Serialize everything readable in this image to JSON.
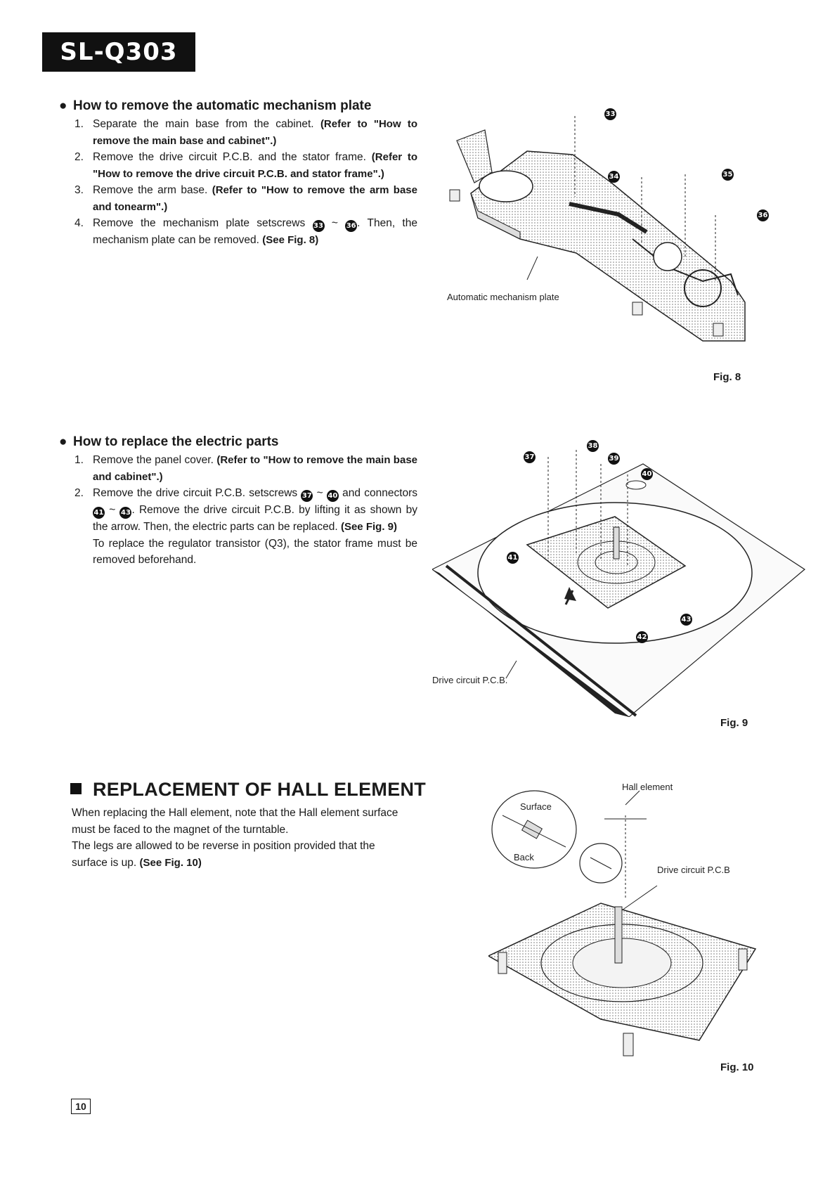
{
  "model": "SL-Q303",
  "section1": {
    "title": "How to remove the automatic mechanism plate",
    "steps": [
      {
        "num": "1.",
        "text": "Separate the main base from the cabinet. ",
        "ref": "(Refer to \"How to remove the main base and cabinet\".)"
      },
      {
        "num": "2.",
        "text": "Remove the drive circuit P.C.B. and the stator frame. ",
        "ref": "(Refer to \"How to remove the drive circuit P.C.B. and stator frame\".)"
      },
      {
        "num": "3.",
        "text": "Remove the arm base. ",
        "ref": "(Refer to \"How to remove the arm base and tonearm\".)"
      },
      {
        "num": "4.",
        "text_a": "Remove the mechanism plate setscrews",
        "c1": "33",
        "tilde": "~",
        "c2": "36",
        "text_b": ". Then, the mechanism plate can be removed. ",
        "ref": "(See Fig. 8)"
      }
    ]
  },
  "fig8": {
    "label": "Fig. 8",
    "callout": "Automatic mechanism plate",
    "screws": [
      "33",
      "34",
      "35",
      "36"
    ]
  },
  "section2": {
    "title": "How to replace the electric parts",
    "steps": [
      {
        "num": "1.",
        "text": "Remove the panel cover. ",
        "ref": "(Refer to \"How to remove the main base and cabinet\".)"
      },
      {
        "num": "2.",
        "text_a": "Remove the drive circuit P.C.B. setscrews",
        "c1": "37",
        "tilde": "~",
        "c2": "40",
        "text_b": " and connectors",
        "c3": "41",
        "tilde2": "~",
        "c4": "43",
        "text_c": ". Remove the drive circuit P.C.B. by lifting it as shown by the arrow. Then, the electric parts can be replaced. ",
        "ref": "(See Fig. 9)",
        "note": "To replace the regulator transistor (Q3), the stator frame must be removed beforehand."
      }
    ]
  },
  "fig9": {
    "label": "Fig. 9",
    "callout": "Drive circuit P.C.B.",
    "screws": [
      "37",
      "38",
      "39",
      "40",
      "41",
      "42",
      "43"
    ]
  },
  "section3": {
    "title": "REPLACEMENT OF HALL ELEMENT",
    "para1": "When replacing the Hall element, note that the Hall element surface must be faced to the magnet of the turntable.",
    "para2": "The legs are allowed to be reverse in position provided that the surface is up. ",
    "ref": "(See Fig. 10)"
  },
  "fig10": {
    "label": "Fig. 10",
    "callout_surface": "Surface",
    "callout_back": "Back",
    "callout_hall": "Hall element",
    "callout_pcb": "Drive circuit P.C.B"
  },
  "page_number": "10"
}
